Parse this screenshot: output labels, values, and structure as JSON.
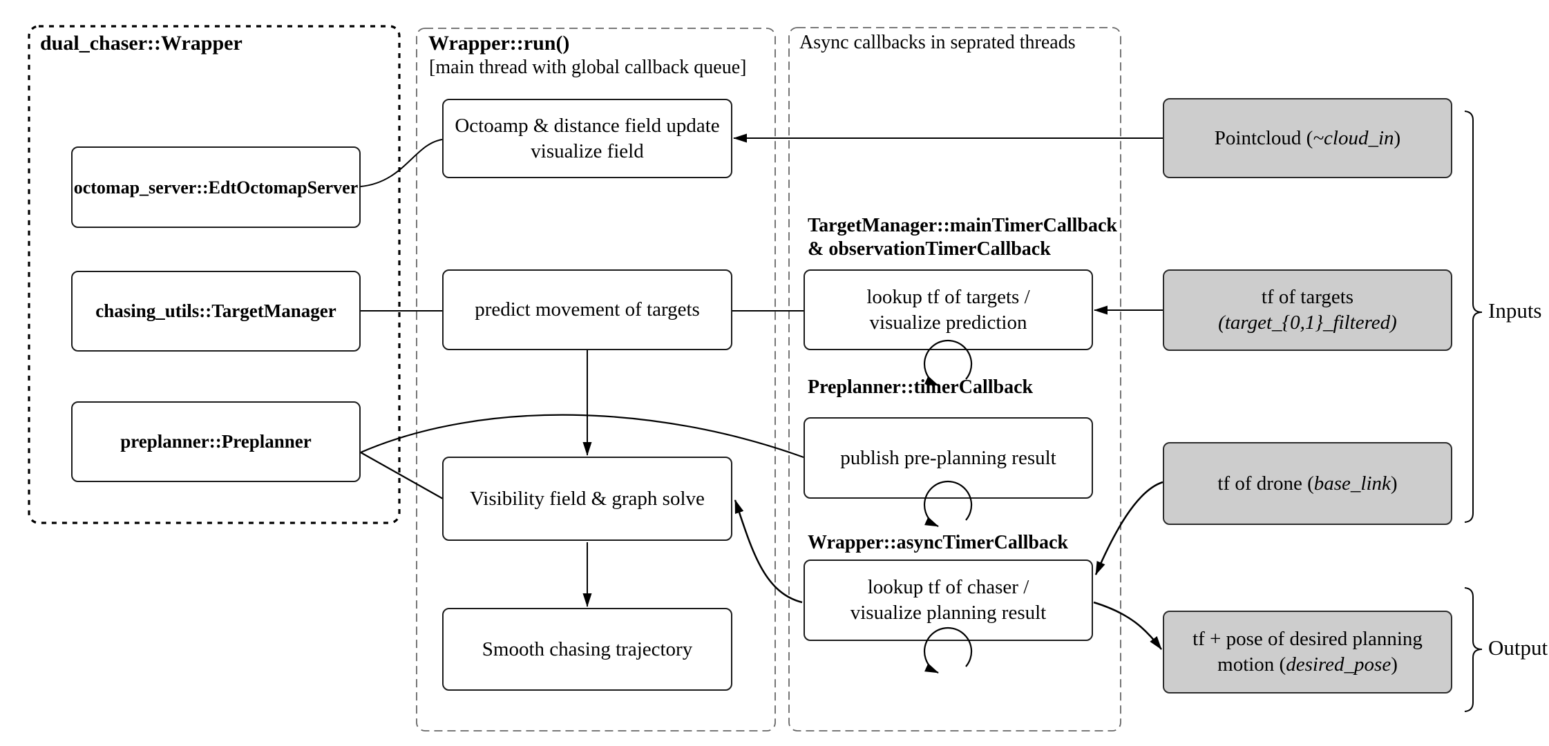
{
  "left": {
    "title": "dual_chaser::Wrapper",
    "octomap": "octomap_server::EdtOctomapServer",
    "chasing": "chasing_utils::TargetManager",
    "preplanner": "preplanner::Preplanner"
  },
  "middle": {
    "title": "Wrapper::run()",
    "subtitle": "[main thread with global callback queue]",
    "octoamp_line1": "Octoamp & distance field update",
    "octoamp_line2": "visualize field",
    "predict": "predict movement of targets",
    "visibility": "Visibility field & graph solve",
    "smooth": "Smooth chasing trajectory"
  },
  "async": {
    "title": "Async callbacks in seprated threads",
    "target_manager_label_line1": "TargetManager::mainTimerCallback",
    "target_manager_label_line2": "& observationTimerCallback",
    "lookup_targets_line1": "lookup tf of targets /",
    "lookup_targets_line2": "visualize prediction",
    "preplanner_label": "Preplanner::timerCallback",
    "publish": "publish pre-planning result",
    "wrapper_label": "Wrapper::asyncTimerCallback",
    "lookup_chaser_line1": "lookup tf of chaser /",
    "lookup_chaser_line2": "visualize  planning result"
  },
  "io": {
    "pointcloud": {
      "pre": "Pointcloud (",
      "topic": "~cloud_in",
      "post": ")"
    },
    "tf_targets": {
      "line1": "tf of targets",
      "line2_italic": "(target_{0,1}_filtered)"
    },
    "tf_drone": {
      "pre": "tf of drone  (",
      "topic": "base_link",
      "post": ")"
    },
    "output_box": {
      "line1": "tf + pose of desired planning",
      "pre": "motion  (",
      "topic": "desired_pose",
      "post": ")"
    },
    "inputs_label": "Inputs",
    "output_label": "Output"
  },
  "colors": {
    "gray_fill": "#cdcdcd",
    "line": "#000000",
    "container_dash": "#666666"
  }
}
